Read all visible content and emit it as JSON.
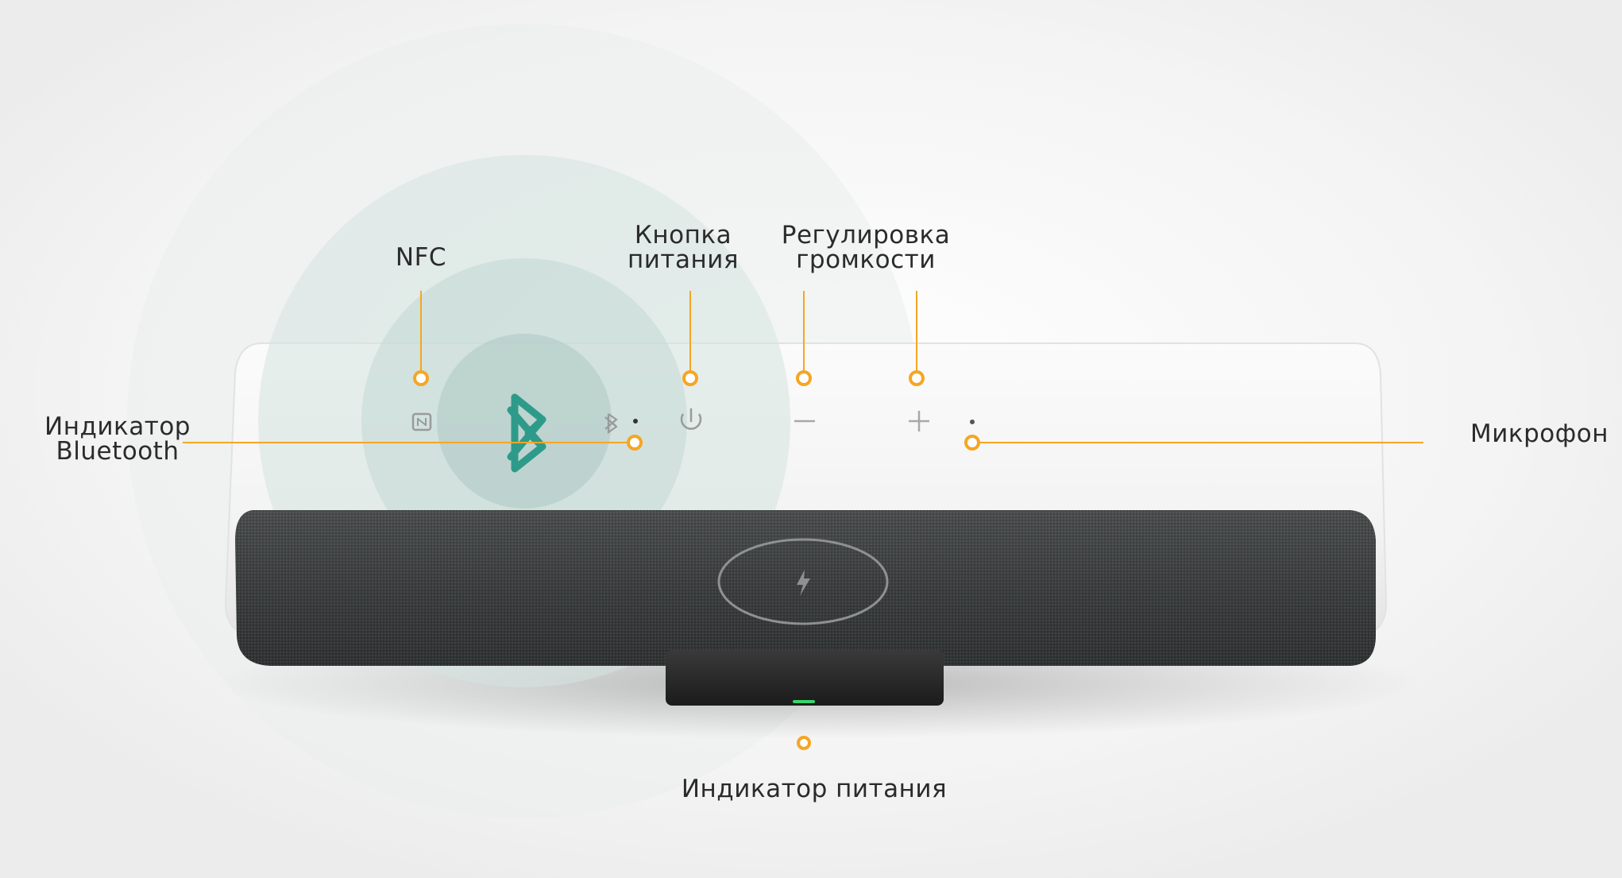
{
  "labels": {
    "nfc": "NFC",
    "power_button": [
      "Кнопка",
      "питания"
    ],
    "volume": [
      "Регулировка",
      "громкости"
    ],
    "bluetooth_indicator": [
      "Индикатор",
      "Bluetooth"
    ],
    "microphone": "Микрофон",
    "power_indicator": "Индикатор питания"
  },
  "icons": {
    "nfc": "nfc-icon",
    "bluetooth_large": "bluetooth-icon",
    "bluetooth_small": "bluetooth-small-icon",
    "power": "power-icon",
    "minus": "minus-icon",
    "plus": "plus-icon",
    "charging": "lightning-icon"
  },
  "colors": {
    "background": "#f4f4f4",
    "callout": "#f5a623",
    "bluetooth_accent": "#2e9b8a",
    "speaker_body": "#f7f7f7",
    "fabric": "#3a3d3d",
    "led": "#36d36a",
    "ripple": "#cfe0dc"
  }
}
